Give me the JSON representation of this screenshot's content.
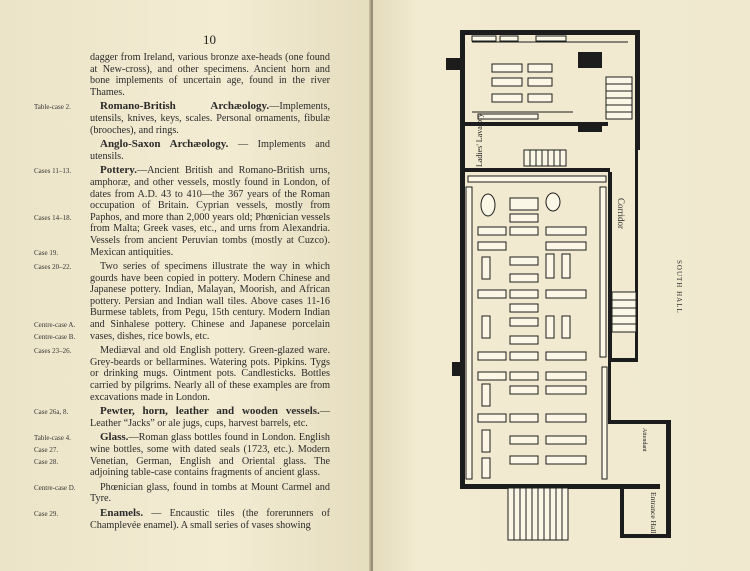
{
  "left_page": {
    "page_number": "10",
    "entries": [
      {
        "margin": "",
        "head": "",
        "text": "dagger from Ireland, various bronze axe-heads (one found at New-cross), and other specimens. Ancient horn and bone implements of uncertain age, found in the river Thames.",
        "indent": false
      },
      {
        "margin": "Table-case 2.",
        "head": "Romano-British Archæology.",
        "text": "—Implements, utensils, knives, keys, scales. Personal ornaments, fibulæ (brooches), and rings.",
        "indent": true
      },
      {
        "margin": "",
        "head": "Anglo-Saxon Archæology.",
        "text": " — Implements and utensils.",
        "indent": true
      },
      {
        "margin": "Cases 11–13.",
        "head": "Pottery.",
        "text": "—Ancient British and Romano-British urns, amphoræ, and other vessels, mostly found in London, of dates from A.D. 43 to 410—the 367 years of the Roman occupation of Britain. Cyprian vessels, mostly from Paphos, and more than 2,000 years old; Phœnician vessels from Malta; Greek vases, etc., and urns from Alexandria. Vessels from ancient Peruvian tombs (mostly at Cuzco). Mexican antiquities.",
        "indent": true,
        "extra_margins": [
          {
            "label": "Cases 14–18.",
            "offset": 4
          },
          {
            "label": "Case 19.",
            "offset": 7
          }
        ]
      },
      {
        "margin": "Cases 20–22.",
        "head": "",
        "text": "Two series of specimens illustrate the way in which gourds have been copied in pottery. Modern Chinese and Japanese pottery. Indian, Malayan, Moorish, and African pottery. Persian and Indian wall tiles. Above cases 11-16 Burmese tablets, from Pegu, 15th century. Modern Indian and Sinhalese pottery. Chinese and Japanese porcelain vases, dishes, rice bowls, etc.",
        "indent": true,
        "extra_margins": [
          {
            "label": "Centre-case A.",
            "offset": 5
          },
          {
            "label": "Centre-case B.",
            "offset": 6
          }
        ]
      },
      {
        "margin": "Cases 23–26.",
        "head": "",
        "text": "Mediæval and old English pottery. Green-glazed ware. Grey-beards or bellarmines. Watering pots. Pipkins. Tygs or drinking mugs. Ointment pots. Candlesticks. Bottles carried by pilgrims. Nearly all of these examples are from excavations made in London.",
        "indent": true
      },
      {
        "margin": "Case 26a, 8.",
        "head": "Pewter, horn, leather and wooden vessels.",
        "text": "—Leather “Jacks” or ale jugs, cups, harvest barrels, etc.",
        "indent": true
      },
      {
        "margin": "Table-case 4.",
        "head": "Glass.",
        "text": "—Roman glass bottles found in London. English wine bottles, some with dated seals (1723, etc.). Modern Venetian, German, English and Oriental glass. The adjoining table-case contains fragments of ancient glass.",
        "indent": true,
        "extra_margins": [
          {
            "label": "Case 27.",
            "offset": 1
          },
          {
            "label": "Case 28.",
            "offset": 2
          }
        ]
      },
      {
        "margin": "Centre-case D.",
        "head": "",
        "text": "Phœnician glass, found in tombs at Mount Carmel and Tyre.",
        "indent": true
      },
      {
        "margin": "Case 29.",
        "head": "Enamels.",
        "text": " — Encaustic tiles (the forerunners of Champlevée enamel). A small series of vases showing",
        "indent": true
      }
    ]
  },
  "right_page": {
    "floor_plan": {
      "labels": {
        "ladies_lavatory": "Ladies' Lavatory",
        "corridor": "Corridor",
        "entrance_hall": "Entrance Hall",
        "attendant": "Attendant",
        "south_hall": "SOUTH HALL"
      }
    }
  }
}
